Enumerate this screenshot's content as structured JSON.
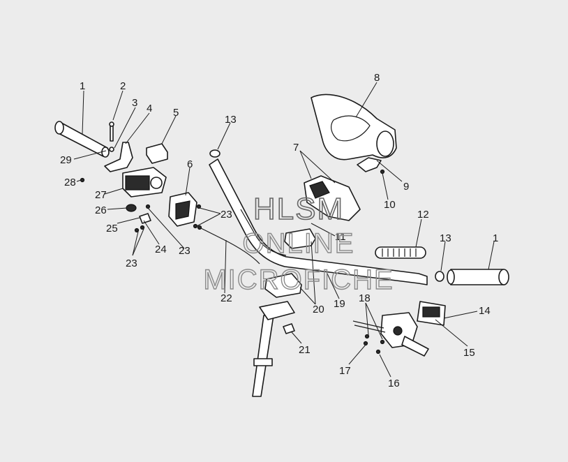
{
  "watermark": {
    "line1": "HLSM",
    "line2": "ONLINE",
    "line3": "MICROFICHE"
  },
  "callouts": {
    "c1a": "1",
    "c1b": "1",
    "c2": "2",
    "c3": "3",
    "c4": "4",
    "c5": "5",
    "c6": "6",
    "c7": "7",
    "c8": "8",
    "c9": "9",
    "c10": "10",
    "c11": "11",
    "c12": "12",
    "c13a": "13",
    "c13b": "13",
    "c14": "14",
    "c15": "15",
    "c16": "16",
    "c17": "17",
    "c18": "18",
    "c19": "19",
    "c20": "20",
    "c21": "21",
    "c22": "22",
    "c23a": "23",
    "c23b": "23",
    "c23c": "23",
    "c24": "24",
    "c25": "25",
    "c26": "26",
    "c27": "27",
    "c28": "28",
    "c29": "29"
  }
}
